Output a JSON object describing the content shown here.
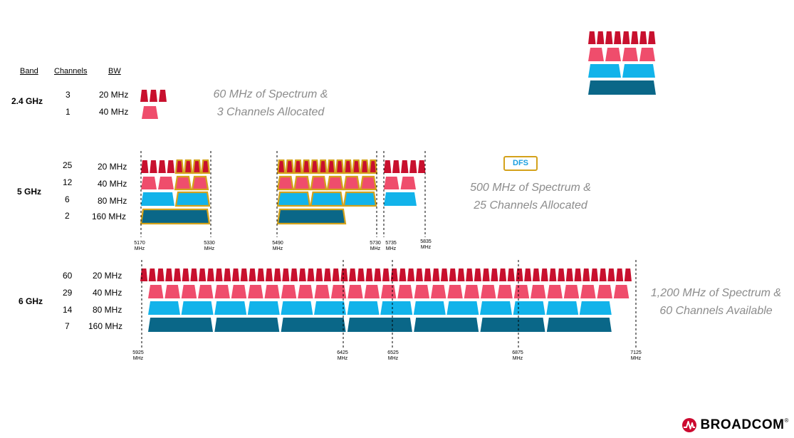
{
  "headers": {
    "band": "Band",
    "channels": "Channels",
    "bw": "BW"
  },
  "bands": [
    {
      "name": "2.4 GHz",
      "rows": [
        {
          "channels": "3",
          "bw": "20 MHz"
        },
        {
          "channels": "1",
          "bw": "40 MHz"
        }
      ],
      "note": [
        "60 MHz of Spectrum &",
        "3 Channels Allocated"
      ]
    },
    {
      "name": "5 GHz",
      "rows": [
        {
          "channels": "25",
          "bw": "20 MHz"
        },
        {
          "channels": "12",
          "bw": "40 MHz"
        },
        {
          "channels": "6",
          "bw": "80 MHz"
        },
        {
          "channels": "2",
          "bw": "160 MHz"
        }
      ],
      "note": [
        "500 MHz of Spectrum &",
        "25 Channels Allocated"
      ],
      "dfs_label": "DFS",
      "ticks": [
        {
          "value": "5170",
          "unit": "MHz"
        },
        {
          "value": "5330",
          "unit": "MHz"
        },
        {
          "value": "5490",
          "unit": "MHz"
        },
        {
          "value": "5730",
          "unit": "MHz"
        },
        {
          "value": "5735",
          "unit": "MHz"
        },
        {
          "value": "5835",
          "unit": "MHz"
        }
      ]
    },
    {
      "name": "6 GHz",
      "rows": [
        {
          "channels": "60",
          "bw": "20 MHz"
        },
        {
          "channels": "29",
          "bw": "40 MHz"
        },
        {
          "channels": "14",
          "bw": "80 MHz"
        },
        {
          "channels": "7",
          "bw": "160 MHz"
        }
      ],
      "note": [
        "1,200 MHz of Spectrum &",
        "60 Channels Available"
      ],
      "ticks": [
        {
          "value": "5925",
          "unit": "MHz"
        },
        {
          "value": "6425",
          "unit": "MHz"
        },
        {
          "value": "6525",
          "unit": "MHz"
        },
        {
          "value": "6875",
          "unit": "MHz"
        },
        {
          "value": "7125",
          "unit": "MHz"
        }
      ]
    }
  ],
  "colors": {
    "ch20": "#c8102e",
    "ch40": "#ef4d6c",
    "ch80": "#12b3ea",
    "ch160": "#0a6788",
    "dfs_outline": "#d4a21b",
    "note": "#8c8c8c"
  },
  "brand": {
    "name": "BROADCOM",
    "mark": "®"
  }
}
